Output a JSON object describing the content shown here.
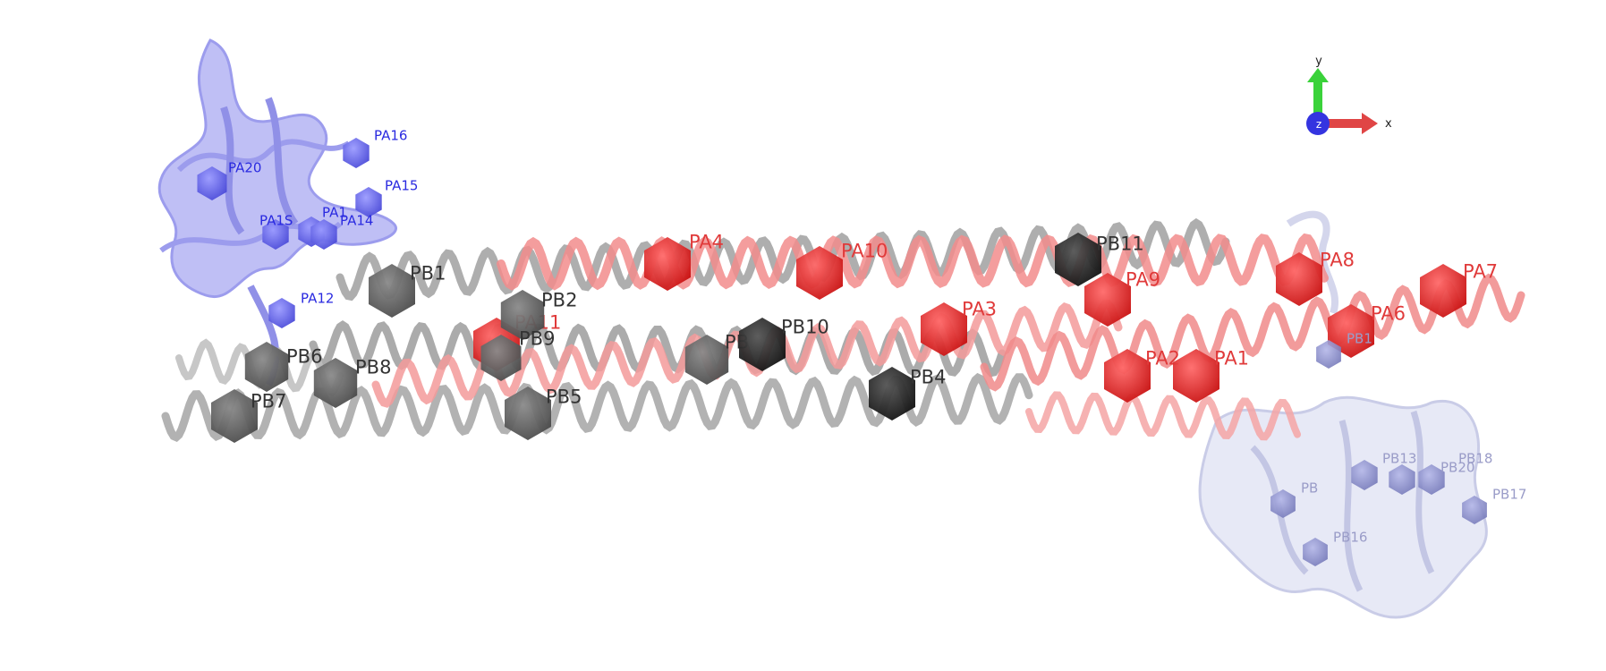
{
  "colors": {
    "background": "#ffffff",
    "chain_a_helix": "#f08a8a",
    "chain_b_helix": "#9a9a9a",
    "domain_a": "#7e7ef0",
    "domain_b": "#c6c8e6",
    "marker_red": "#e02020",
    "marker_dark": "#2a2a2a",
    "marker_grey": "#5c5c5c",
    "marker_blue": "#6f6fe8",
    "marker_lavender": "#9a9dd0",
    "label_red": "#e03a3a",
    "label_dark": "#333333",
    "label_blue": "#2a2ae0",
    "label_lavender": "#9a9cc8"
  },
  "axes": {
    "y_label": "y",
    "x_label": "x",
    "z_label": "z",
    "y_color": "#3ad23a",
    "x_color": "#e04545",
    "z_color": "#3030d8"
  },
  "markers": [
    {
      "label": "PA4",
      "group": "red"
    },
    {
      "label": "PA10",
      "group": "red"
    },
    {
      "label": "PA11",
      "group": "red"
    },
    {
      "label": "PA3",
      "group": "red"
    },
    {
      "label": "PA9",
      "group": "red"
    },
    {
      "label": "PA8",
      "group": "red"
    },
    {
      "label": "PA7",
      "group": "red"
    },
    {
      "label": "PA6",
      "group": "red"
    },
    {
      "label": "PA2",
      "group": "red"
    },
    {
      "label": "PA1",
      "group": "red"
    },
    {
      "label": "PB1",
      "group": "grey"
    },
    {
      "label": "PB2",
      "group": "grey"
    },
    {
      "label": "PB9",
      "group": "grey"
    },
    {
      "label": "PB6",
      "group": "grey"
    },
    {
      "label": "PB8",
      "group": "grey"
    },
    {
      "label": "PB7",
      "group": "grey"
    },
    {
      "label": "PB5",
      "group": "grey"
    },
    {
      "label": "PB",
      "group": "grey"
    },
    {
      "label": "PB10",
      "group": "dark"
    },
    {
      "label": "PB4",
      "group": "dark"
    },
    {
      "label": "PB11",
      "group": "dark"
    },
    {
      "label": "PA16",
      "group": "blue"
    },
    {
      "label": "PA20",
      "group": "blue"
    },
    {
      "label": "PA15",
      "group": "blue"
    },
    {
      "label": "PA1",
      "group": "blue"
    },
    {
      "label": "PA1S",
      "group": "blue"
    },
    {
      "label": "PA14",
      "group": "blue"
    },
    {
      "label": "PA12",
      "group": "blue"
    },
    {
      "label": "PB1",
      "group": "lavender"
    },
    {
      "label": "PB13",
      "group": "lavender"
    },
    {
      "label": "PB18",
      "group": "lavender"
    },
    {
      "label": "PB20",
      "group": "lavender"
    },
    {
      "label": "PB17",
      "group": "lavender"
    },
    {
      "label": "PB16",
      "group": "lavender"
    },
    {
      "label": "PB",
      "group": "lavender"
    }
  ]
}
